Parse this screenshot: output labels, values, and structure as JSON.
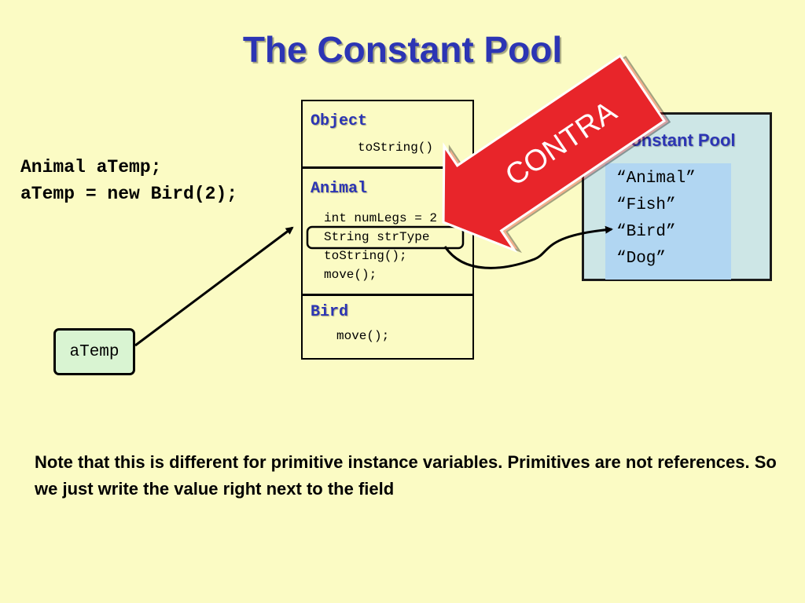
{
  "title": "The Constant Pool",
  "code": {
    "line1": "Animal aTemp;",
    "line2": "aTemp = new Bird(2);"
  },
  "classes": [
    {
      "name": "Object",
      "members": [
        "toString()"
      ]
    },
    {
      "name": "Animal",
      "members": [
        "int numLegs = 2",
        "String strType",
        "toString();",
        "move();"
      ]
    },
    {
      "name": "Bird",
      "members": [
        "move();"
      ]
    }
  ],
  "constant_pool": {
    "title": "Constant Pool",
    "items": [
      "“Animal”",
      "“Fish”",
      "“Bird”",
      "“Dog”"
    ]
  },
  "stamp": {
    "text": "CONTRA",
    "color": "#e8252a"
  },
  "variable": {
    "label": "aTemp"
  },
  "note": "Note that this is different for primitive instance variables.  Primitives are not references.  So we just write the value right next to the field",
  "colors": {
    "background": "#fbfbc4",
    "title": "#2c35b4",
    "pool_bg": "#cde6e6",
    "pool_inner": "#b1d6f2",
    "variable_bg": "#d9f4d2"
  }
}
